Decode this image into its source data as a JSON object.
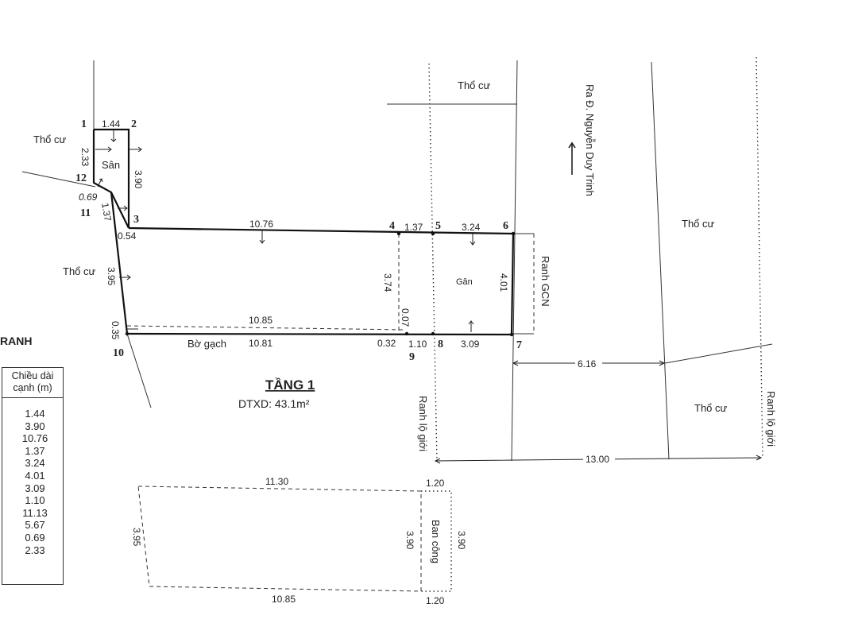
{
  "plan": {
    "floor_title": "TẦNG 1",
    "area_text": "DTXD: 43.1m²",
    "side_heading": "RANH"
  },
  "labels": {
    "tho_cu": "Thổ cư",
    "san": "Sân",
    "gian": "Gân",
    "bo_gach": "Bờ gạch",
    "ranh_gcn": "Ranh GCN",
    "ranh_lo_gioi": "Ranh lộ giới",
    "ban_cong": "Ban công",
    "road": "Ra Đ. Nguyễn Duy Trinh"
  },
  "points": [
    "1",
    "2",
    "3",
    "4",
    "5",
    "6",
    "7",
    "8",
    "9",
    "10",
    "11",
    "12"
  ],
  "dims": {
    "d_1_2": "1.44",
    "d_1_12": "2.33",
    "d_2_3": "3.90",
    "d_12_11": "0.69",
    "d_11_3": "1.37",
    "d_3_s": "0.54",
    "d_3_4": "10.76",
    "d_4_5": "1.37",
    "d_5_6": "3.24",
    "d_6_7": "4.01",
    "d_4_9": "3.74",
    "d_9_x": "0.07",
    "d_dash": "10.85",
    "d_10_9": "10.81",
    "d_9_s": "0.32",
    "d_9_8": "1.10",
    "d_8_7": "3.09",
    "d_10_11": "3.95",
    "d_10_s": "0.35",
    "d_road": "6.16",
    "d_total": "13.00",
    "b_top": "11.30",
    "b_top_r": "1.20",
    "b_left": "3.95",
    "b_inner": "3.90",
    "b_outer": "3.90",
    "b_bot": "10.85",
    "b_bot_r": "1.20"
  },
  "table": {
    "header_line1": "Chiều dài",
    "header_line2": "cạnh (m)",
    "rows": [
      "1.44",
      "3.90",
      "10.76",
      "1.37",
      "3.24",
      "4.01",
      "3.09",
      "1.10",
      "11.13",
      "5.67",
      "0.69",
      "2.33"
    ]
  }
}
